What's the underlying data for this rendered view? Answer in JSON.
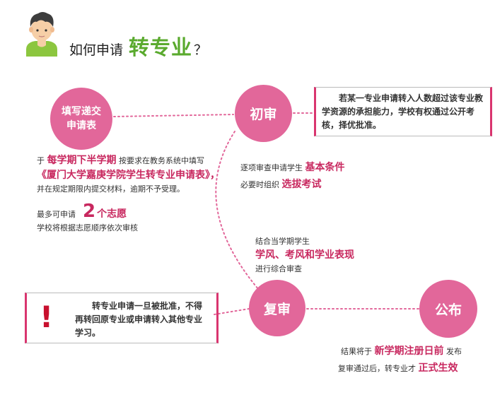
{
  "colors": {
    "accent_pink": "#e2679a",
    "emphasis": "#c8285f",
    "title_green": "#5aaa2e",
    "alert_red": "#c8102e"
  },
  "header": {
    "title_prefix": "如何申请",
    "title_highlight": "转专业",
    "title_suffix": "？"
  },
  "nodes": {
    "apply_line1": "填写递交",
    "apply_line2": "申请表",
    "first_review": "初审",
    "second_review": "复审",
    "publish": "公布"
  },
  "apply_info": {
    "line1_pre": "于",
    "line1_em": "每学期下半学期",
    "line1_post": "按要求在教务系统中填写",
    "form_name": "《厦门大学嘉庚学院学生转专业申请表》，",
    "line3": "并在规定期限内提交材料，逾期不予受理。",
    "choices_pre": "最多可申请",
    "choices_num": "2",
    "choices_unit": "个志愿",
    "choices_note": "学校将根据志愿顺序依次审核"
  },
  "first_review_info": {
    "line1_pre": "逐项审查申请学生",
    "line1_em": "基本条件",
    "line2_pre": "必要时组织",
    "line2_em": "选拔考试"
  },
  "capacity_note": "若某一专业申请转入人数超过该专业教学资源的承担能力，学校有权通过公开考核，择优批准。",
  "second_review_info": {
    "line1": "结合当学期学生",
    "line2_em": "学风、考风和学业表现",
    "line3": "进行综合审查"
  },
  "warning": {
    "mark": "!",
    "text": "转专业申请一旦被批准，不得再转回原专业或申请转入其他专业学习。"
  },
  "publish_info": {
    "line1_pre": "结果将于",
    "line1_em": "新学期注册日前",
    "line1_post": "发布",
    "line2_pre": "复审通过后，转专业才",
    "line2_em": "正式生效"
  }
}
